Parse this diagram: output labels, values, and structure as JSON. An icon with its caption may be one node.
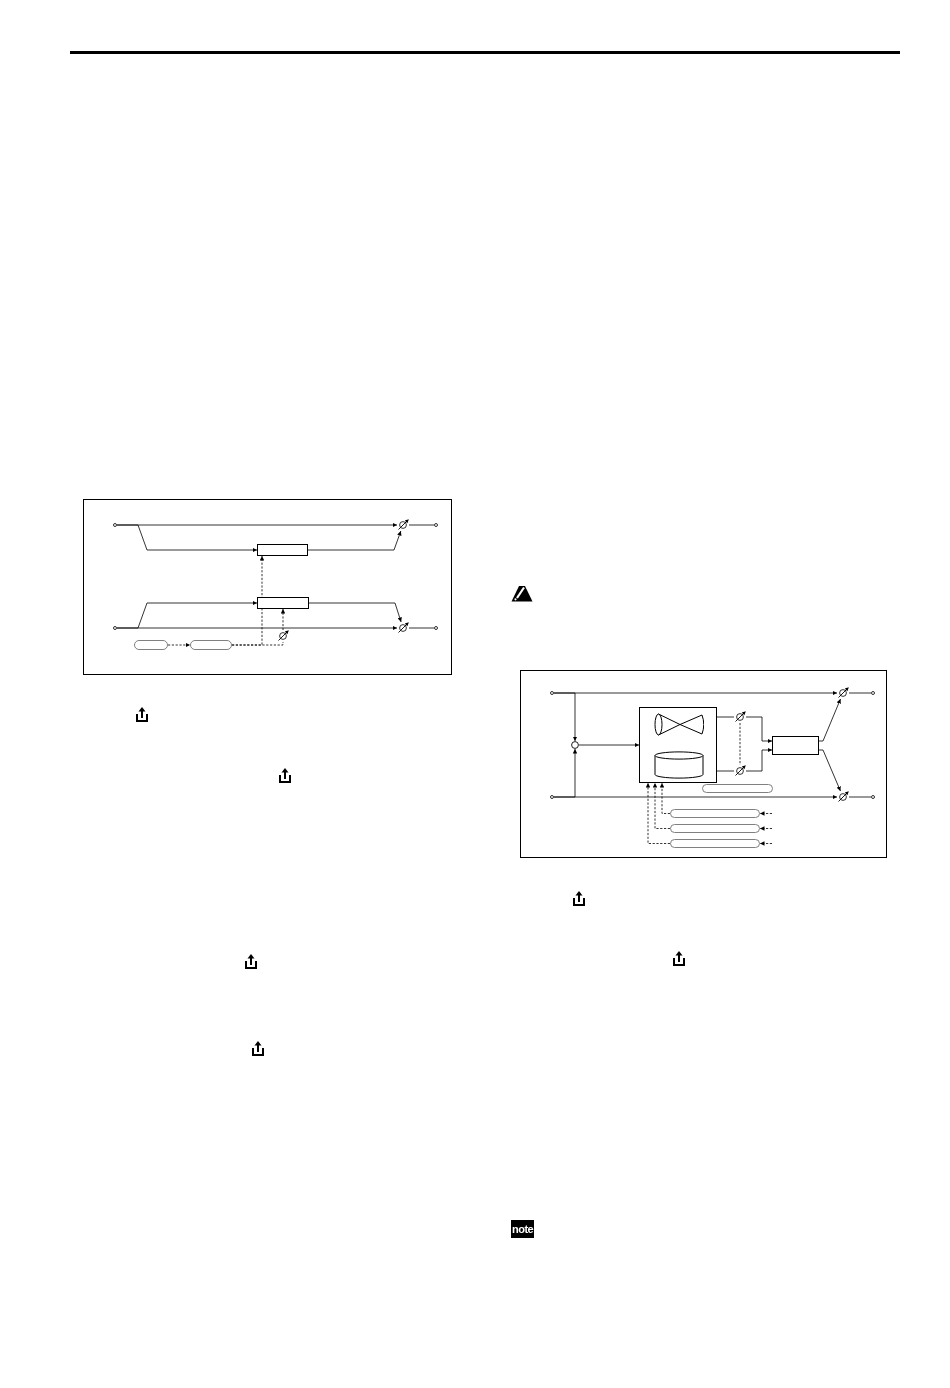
{
  "diagram": {
    "nodes": [
      {
        "text": [],
        "shape": "dot"
      },
      {
        "text": [],
        "shape": "dial"
      },
      {
        "text": [],
        "shape": "dot"
      },
      {
        "text": [],
        "shape": "box"
      },
      {
        "text": [],
        "shape": "box"
      },
      {
        "text": [],
        "shape": "dot"
      },
      {
        "text": [],
        "shape": "dial"
      },
      {
        "text": [],
        "shape": "dot"
      },
      {
        "text": [],
        "shape": "dial"
      },
      {
        "text": [],
        "shape": "pill"
      },
      {
        "text": [],
        "shape": "pill"
      },
      {
        "text": [],
        "shape": "dot"
      },
      {
        "text": [],
        "shape": "dial"
      },
      {
        "text": [],
        "shape": "dot"
      },
      {
        "text": [],
        "shape": "box"
      },
      {
        "text": [],
        "shape": "horn",
        "in": 14
      },
      {
        "text": [],
        "shape": "dial"
      },
      {
        "text": [],
        "shape": "circle"
      },
      {
        "text": [],
        "shape": "box"
      },
      {
        "text": [],
        "shape": "cylinder",
        "in": 14
      },
      {
        "text": [],
        "shape": "dial"
      },
      {
        "text": [],
        "shape": "pill"
      },
      {
        "text": [],
        "shape": "dot"
      },
      {
        "text": [],
        "shape": "dial"
      },
      {
        "text": [],
        "shape": "dot"
      },
      {
        "text": [],
        "shape": "pill"
      },
      {
        "text": [],
        "shape": "pill"
      },
      {
        "text": [],
        "shape": "pill"
      }
    ],
    "edges": [
      {
        "from": 0,
        "to": 1,
        "arrow": "to"
      },
      {
        "from": 0,
        "to": 3,
        "arrow": "to"
      },
      {
        "from": 3,
        "to": 1,
        "arrow": "to"
      },
      {
        "from": 1,
        "to": 2,
        "arrow": "none"
      },
      {
        "from": 5,
        "to": 6,
        "arrow": "to"
      },
      {
        "from": 5,
        "to": 4,
        "arrow": "to"
      },
      {
        "from": 4,
        "to": 6,
        "arrow": "to"
      },
      {
        "from": 6,
        "to": 7,
        "arrow": "none"
      },
      {
        "from": 9,
        "to": 10,
        "arrow": "to",
        "style": "dashed"
      },
      {
        "from": 10,
        "to": 3,
        "arrow": "to",
        "style": "dashed"
      },
      {
        "from": 10,
        "to": 8,
        "arrow": "none",
        "style": "dashed"
      },
      {
        "from": 8,
        "to": 4,
        "arrow": "to",
        "style": "dashed"
      },
      {
        "from": 11,
        "to": 12,
        "arrow": "to"
      },
      {
        "from": 11,
        "to": 17,
        "arrow": "to"
      },
      {
        "from": 22,
        "to": 23,
        "arrow": "to"
      },
      {
        "from": 22,
        "to": 17,
        "arrow": "to"
      },
      {
        "from": 17,
        "to": 14,
        "arrow": "to"
      },
      {
        "from": 14,
        "to": 16,
        "arrow": "none"
      },
      {
        "from": 14,
        "to": 20,
        "arrow": "none"
      },
      {
        "from": 16,
        "to": 18,
        "arrow": "to"
      },
      {
        "from": 20,
        "to": 18,
        "arrow": "to"
      },
      {
        "from": 16,
        "to": 20,
        "arrow": "none",
        "style": "dashed"
      },
      {
        "from": 18,
        "to": 12,
        "arrow": "to"
      },
      {
        "from": 18,
        "to": 23,
        "arrow": "to"
      },
      {
        "from": 12,
        "to": 13,
        "arrow": "none"
      },
      {
        "from": 23,
        "to": 24,
        "arrow": "none"
      },
      {
        "from": null,
        "to": 25,
        "arrow": "to",
        "style": "dashed"
      },
      {
        "from": null,
        "to": 26,
        "arrow": "to",
        "style": "dashed"
      },
      {
        "from": null,
        "to": 27,
        "arrow": "to",
        "style": "dashed"
      },
      {
        "from": 25,
        "to": 14,
        "arrow": "to",
        "style": "dashed"
      },
      {
        "from": 26,
        "to": 14,
        "arrow": "to",
        "style": "dashed"
      },
      {
        "from": 27,
        "to": 14,
        "arrow": "to",
        "style": "dashed"
      }
    ],
    "labels": [
      "note"
    ]
  }
}
